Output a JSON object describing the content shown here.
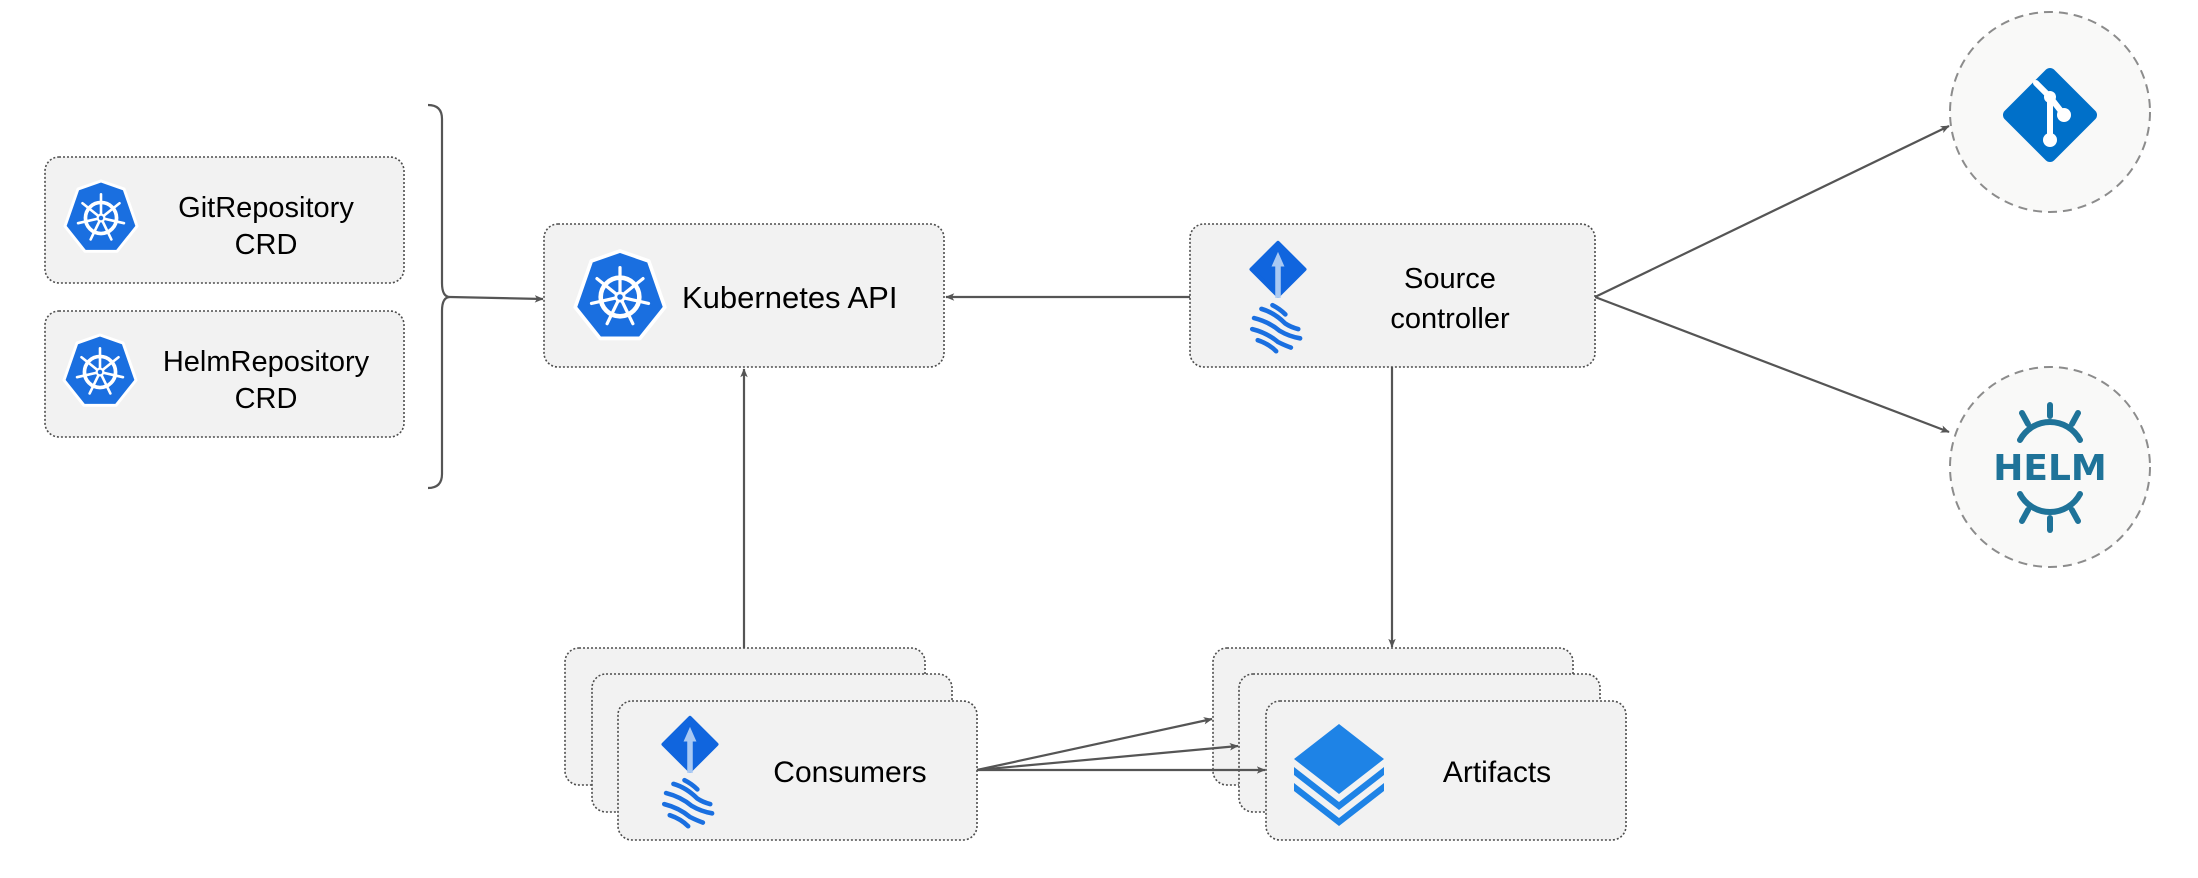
{
  "nodes": {
    "git_repository_crd": {
      "line1": "GitRepository",
      "line2": "CRD",
      "icon": "kubernetes-icon"
    },
    "helm_repository_crd": {
      "line1": "HelmRepository",
      "line2": "CRD",
      "icon": "kubernetes-icon"
    },
    "kubernetes_api": {
      "label": "Kubernetes API",
      "icon": "kubernetes-icon"
    },
    "source_controller": {
      "line1": "Source",
      "line2": "controller",
      "icon": "flux-icon"
    },
    "git": {
      "icon": "git-icon"
    },
    "helm": {
      "logo_text": "HELM",
      "icon": "helm-icon"
    },
    "consumers": {
      "label": "Consumers",
      "icon": "flux-icon"
    },
    "artifacts": {
      "label": "Artifacts",
      "icon": "layers-icon"
    }
  },
  "colors": {
    "kubernetes_blue": "#1a6fe0",
    "git_blue": "#0070c9",
    "helm_teal": "#1f7399",
    "layers_blue": "#1e83e6",
    "box_fill": "#f2f2f2",
    "edge": "#555555"
  }
}
